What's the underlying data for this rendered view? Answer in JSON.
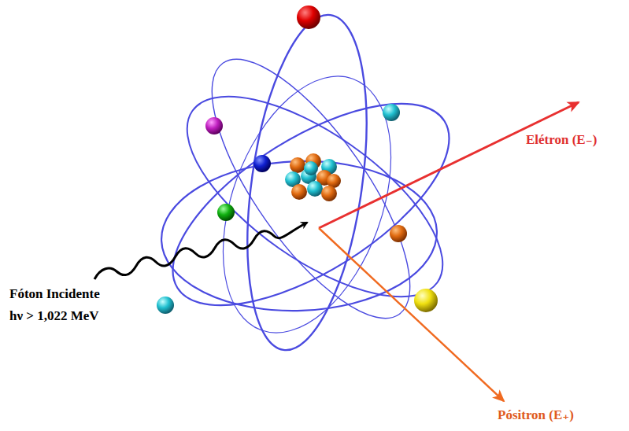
{
  "diagram": {
    "labels": [
      "Fóton Incidente",
      "hν > 1,022 MeV",
      "Elétron (E₋)",
      "Pósitron (E₊)"
    ]
  }
}
